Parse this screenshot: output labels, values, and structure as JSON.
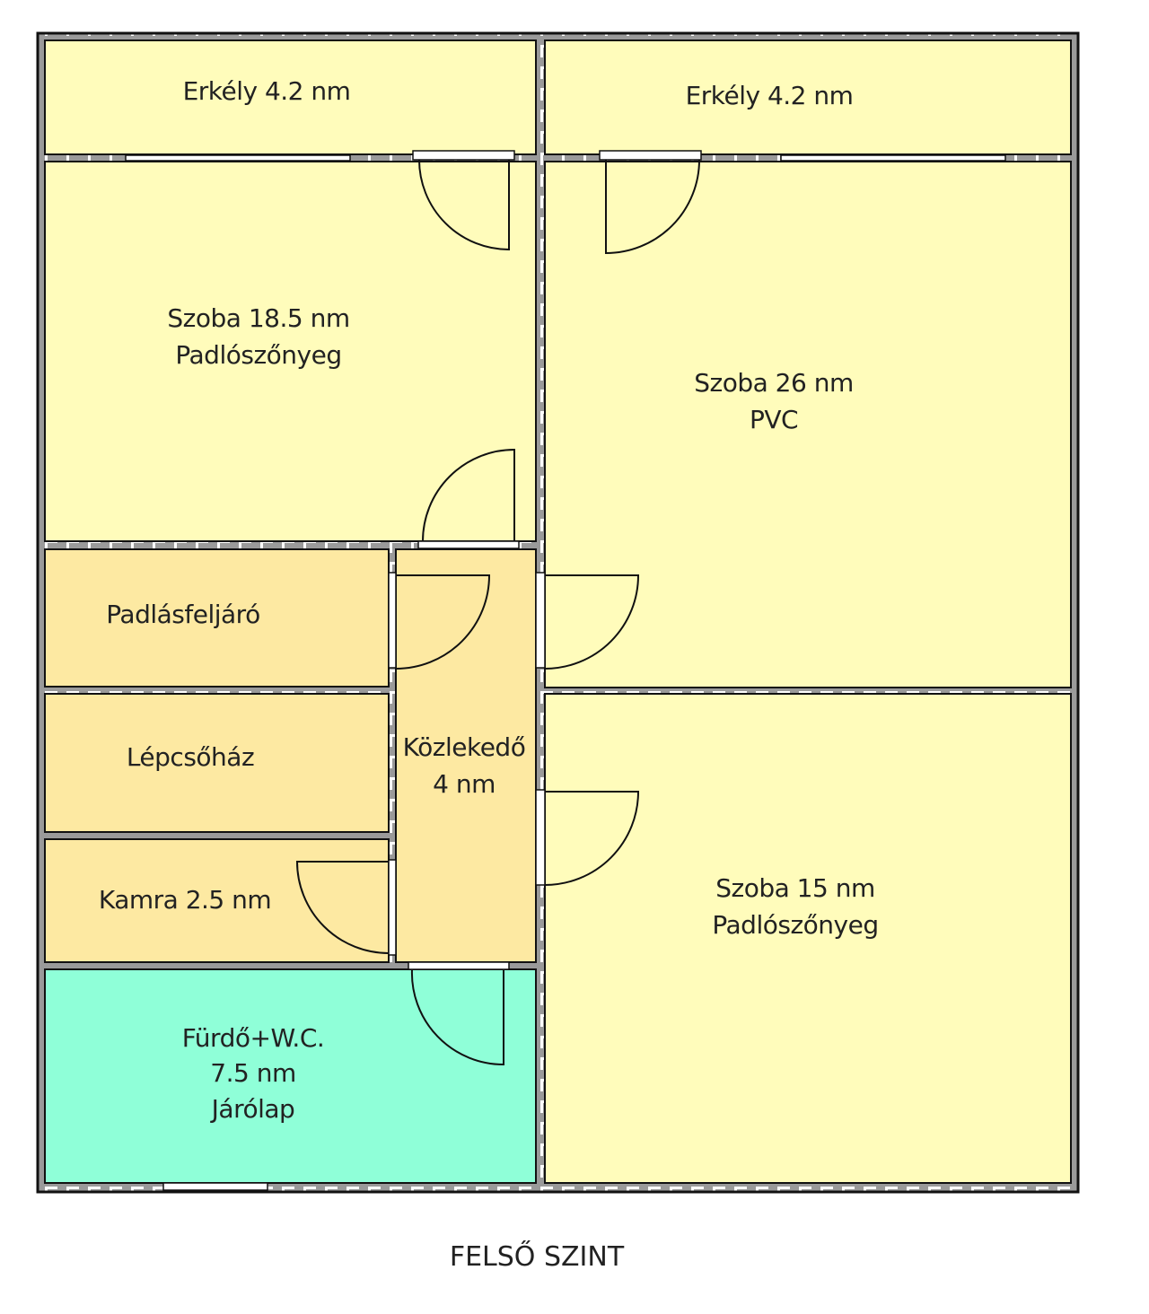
{
  "colors": {
    "room": "#fffcbb",
    "service": "#fde9a2",
    "bath": "#8fffd8",
    "wall": "#9a9a9a"
  },
  "rooms": {
    "balcony_left": {
      "lines": [
        "Erkély 4.2 nm"
      ]
    },
    "balcony_right": {
      "lines": [
        "Erkély 4.2 nm"
      ]
    },
    "room_18": {
      "lines": [
        "Szoba 18.5 nm",
        "Padlószőnyeg"
      ]
    },
    "room_26": {
      "lines": [
        "Szoba 26 nm",
        "PVC"
      ]
    },
    "attic": {
      "lines": [
        "Padlásfeljáró"
      ]
    },
    "stairwell": {
      "lines": [
        "Lépcsőház"
      ]
    },
    "pantry": {
      "lines": [
        "Kamra 2.5 nm"
      ]
    },
    "hallway": {
      "lines": [
        "Közlekedő",
        "4 nm"
      ]
    },
    "bathroom": {
      "lines": [
        "Fürdő+W.C.",
        "7.5 nm",
        "Járólap"
      ]
    },
    "room_15": {
      "lines": [
        "Szoba 15 nm",
        "Padlószőnyeg"
      ]
    }
  },
  "caption": "FELSŐ SZINT"
}
